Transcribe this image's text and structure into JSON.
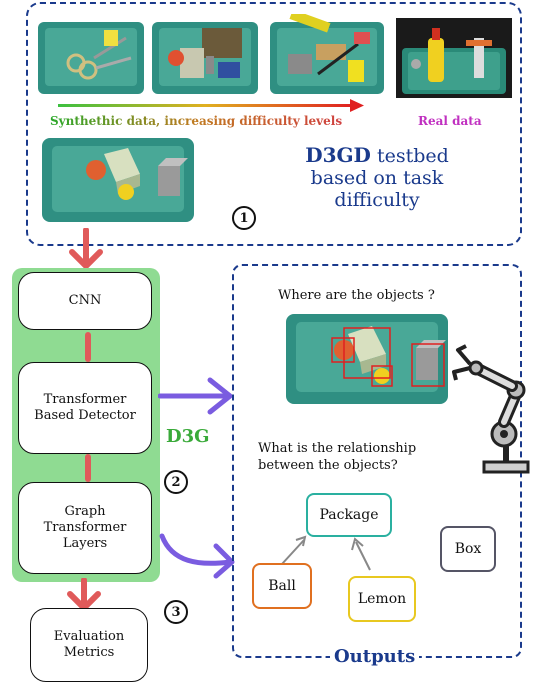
{
  "testbed": {
    "synthetic_caption": "Synthethic data, increasing difficulty levels",
    "real_caption": "Real data",
    "title_bold": "D3GD",
    "title_rest_1": " testbed",
    "title_line2": "based on task",
    "title_line3": "difficulty",
    "step_number": "1"
  },
  "pipeline": {
    "cnn_label": "CNN",
    "transformer_line1": "Transformer",
    "transformer_line2": "Based Detector",
    "graph_line1": "Graph",
    "graph_line2": "Transformer",
    "graph_line3": "Layers",
    "model_name": "D3G",
    "step_number": "2"
  },
  "evaluation": {
    "line1": "Evaluation",
    "line2": "Metrics",
    "step_number": "3"
  },
  "outputs": {
    "question_detection": "Where are the objects ?",
    "question_relation_line1": "What is the relationship",
    "question_relation_line2": "between the objects?",
    "label": "Outputs",
    "nodes": {
      "package": "Package",
      "ball": "Ball",
      "lemon": "Lemon",
      "box": "Box"
    }
  },
  "colors": {
    "dashed_border": "#1a3a8c",
    "pipeline_fill": "#8fdb92",
    "red_arrow": "#e05a5a",
    "purple_arrow": "#7a5ce0",
    "title_blue": "#1a3a8c",
    "d3g_green": "#3aaa3a",
    "real_magenta": "#c030c0",
    "node_package": "#2ab0a0",
    "node_ball": "#e07020",
    "node_lemon": "#e8c820",
    "node_box": "#555566",
    "tray": "#3a9a8a"
  }
}
